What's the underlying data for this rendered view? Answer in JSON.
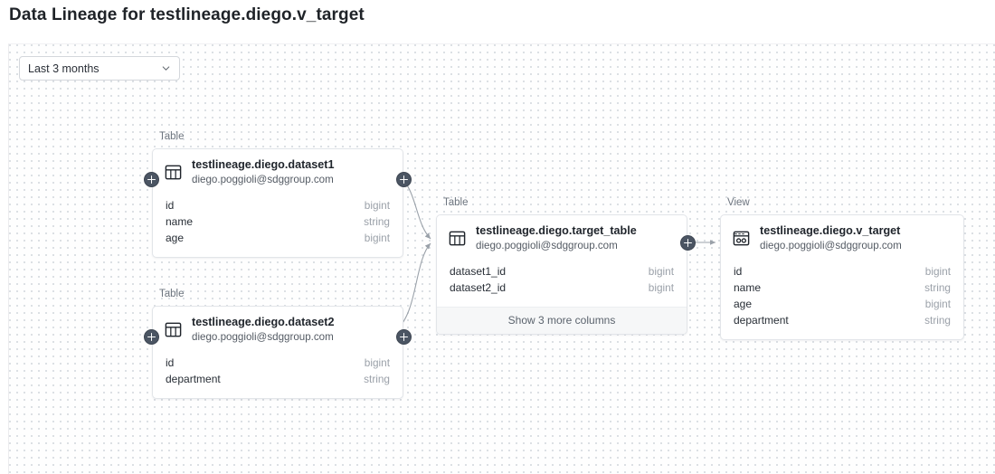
{
  "page": {
    "title": "Data Lineage for testlineage.diego.v_target"
  },
  "toolbar": {
    "time_range": {
      "name": "time-range-select",
      "value": "Last 3 months",
      "chevron_icon": "chevron-down-icon"
    }
  },
  "graph": {
    "nodes": [
      {
        "id": "dataset1",
        "kind_label": "Table",
        "entity_icon": "table-icon",
        "name": "testlineage.diego.dataset1",
        "owner": "diego.poggioli@sdggroup.com",
        "columns": [
          {
            "name": "id",
            "type": "bigint"
          },
          {
            "name": "name",
            "type": "string"
          },
          {
            "name": "age",
            "type": "bigint"
          }
        ],
        "footer": null,
        "left_expand": true,
        "right_expand": true
      },
      {
        "id": "dataset2",
        "kind_label": "Table",
        "entity_icon": "table-icon",
        "name": "testlineage.diego.dataset2",
        "owner": "diego.poggioli@sdggroup.com",
        "columns": [
          {
            "name": "id",
            "type": "bigint"
          },
          {
            "name": "department",
            "type": "string"
          }
        ],
        "footer": null,
        "left_expand": true,
        "right_expand": true
      },
      {
        "id": "target_table",
        "kind_label": "Table",
        "entity_icon": "table-icon",
        "name": "testlineage.diego.target_table",
        "owner": "diego.poggioli@sdggroup.com",
        "columns": [
          {
            "name": "dataset1_id",
            "type": "bigint"
          },
          {
            "name": "dataset2_id",
            "type": "bigint"
          }
        ],
        "footer": "Show 3 more columns",
        "left_expand": false,
        "right_expand": true
      },
      {
        "id": "v_target",
        "kind_label": "View",
        "entity_icon": "view-icon",
        "name": "testlineage.diego.v_target",
        "owner": "diego.poggioli@sdggroup.com",
        "columns": [
          {
            "name": "id",
            "type": "bigint"
          },
          {
            "name": "name",
            "type": "string"
          },
          {
            "name": "age",
            "type": "bigint"
          },
          {
            "name": "department",
            "type": "string"
          }
        ],
        "footer": null,
        "left_expand": false,
        "right_expand": false
      }
    ],
    "edges": [
      {
        "from": "dataset1",
        "to": "target_table"
      },
      {
        "from": "dataset2",
        "to": "target_table"
      },
      {
        "from": "target_table",
        "to": "v_target"
      }
    ]
  },
  "colors": {
    "canvas_background": "#fefefe",
    "grid_dot": "#d3d8de",
    "card_border": "#e2e5e9",
    "expand_badge": "#4b5563",
    "edge_stroke": "#9aa1a9",
    "column_type_text": "#9ba1a9",
    "footer_background": "#f6f7f8"
  }
}
